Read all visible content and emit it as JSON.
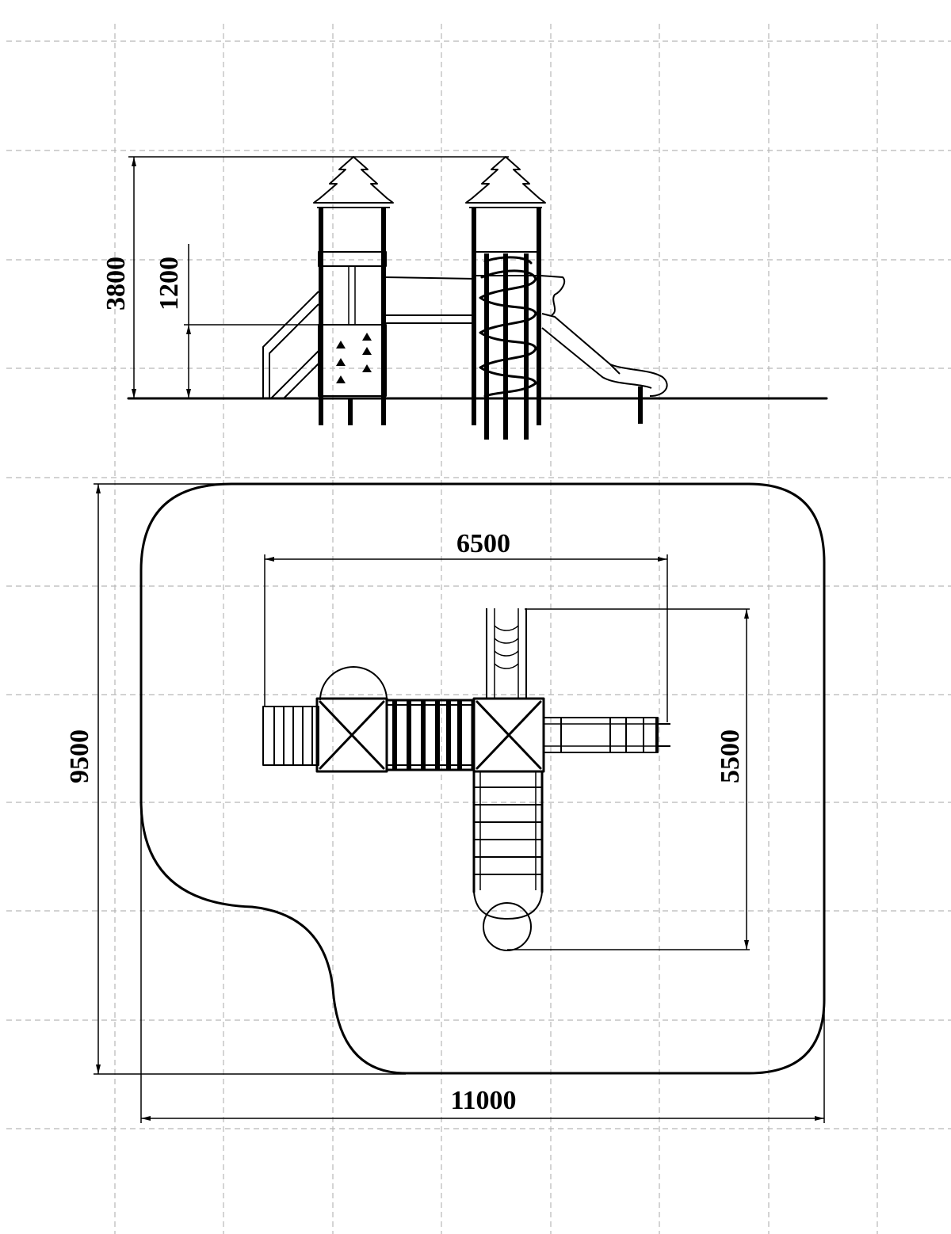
{
  "dimensions": {
    "overall_height": "3800",
    "platform_height": "1200",
    "equipment_width": "6500",
    "equipment_depth": "5500",
    "zone_depth": "9500",
    "zone_width": "11000"
  }
}
